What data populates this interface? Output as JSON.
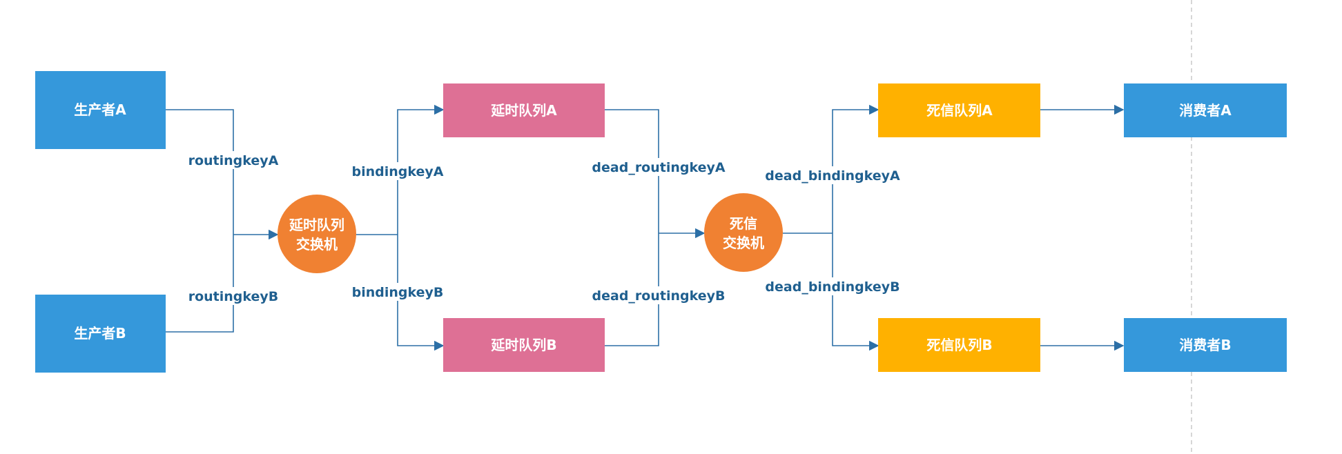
{
  "nodes": {
    "producer_a": {
      "label": "生产者A",
      "color": "#3598db"
    },
    "producer_b": {
      "label": "生产者B",
      "color": "#3598db"
    },
    "delay_exchange": {
      "label_line1": "延时队列",
      "label_line2": "交换机",
      "color": "#f08132"
    },
    "delay_queue_a": {
      "label": "延时队列A",
      "color": "#de7095"
    },
    "delay_queue_b": {
      "label": "延时队列B",
      "color": "#de7095"
    },
    "dead_exchange": {
      "label_line1": "死信",
      "label_line2": "交换机",
      "color": "#f08132"
    },
    "dead_queue_a": {
      "label": "死信队列A",
      "color": "#ffb100"
    },
    "dead_queue_b": {
      "label": "死信队列B",
      "color": "#ffb100"
    },
    "consumer_a": {
      "label": "消费者A",
      "color": "#3598db"
    },
    "consumer_b": {
      "label": "消费者B",
      "color": "#3598db"
    }
  },
  "edges": {
    "routing_a": "routingkeyA",
    "routing_b": "routingkeyB",
    "binding_a": "bindingkeyA",
    "binding_b": "bindingkeyB",
    "dead_routing_a": "dead_routingkeyA",
    "dead_routing_b": "dead_routingkeyB",
    "dead_binding_a": "dead_bindingkeyA",
    "dead_binding_b": "dead_bindingkeyB"
  },
  "colors": {
    "edge": "#2c6fa6",
    "edge_label": "#1f5f8f"
  }
}
